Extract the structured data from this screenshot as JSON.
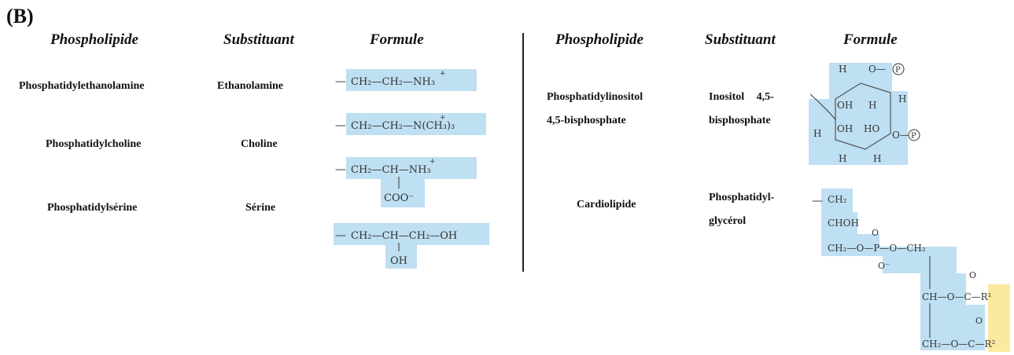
{
  "panel_label": "(B)",
  "headers": {
    "left": [
      "Phospholipide",
      "Substituant",
      "Formule"
    ],
    "right": [
      "Phospholipide",
      "Substituant",
      "Formule"
    ]
  },
  "rows_left": [
    {
      "phospholipide": "Phosphatidylethanolamine",
      "substituant": "Ethanolamine",
      "formule": "—CH₂—CH₂—N⁺H₃"
    },
    {
      "phospholipide": "Phosphatidylcholine",
      "substituant": "Choline",
      "formule": "—CH₂—CH₂—N⁺(CH₃)₃"
    },
    {
      "phospholipide": "Phosphatidylsérine",
      "substituant": "Sérine",
      "formule": "—CH₂—CH—N⁺H₃ / COO⁻"
    },
    {
      "phospholipide": "",
      "substituant": "",
      "formule": "—CH₂—CH—CH₂—OH / OH"
    }
  ],
  "rows_right": [
    {
      "phospholipide": [
        "Phosphatidylinositol",
        "4,5-bisphosphate"
      ],
      "substituant": [
        "Inositol 4,5-",
        "bisphosphate"
      ]
    },
    {
      "phospholipide": [
        "Cardiolipide"
      ],
      "substituant": [
        "Phosphatidyl-",
        "glycérol"
      ]
    }
  ],
  "colors": {
    "highlight_blue": "#bfdff2",
    "highlight_yellow": "#fbe9a0"
  }
}
